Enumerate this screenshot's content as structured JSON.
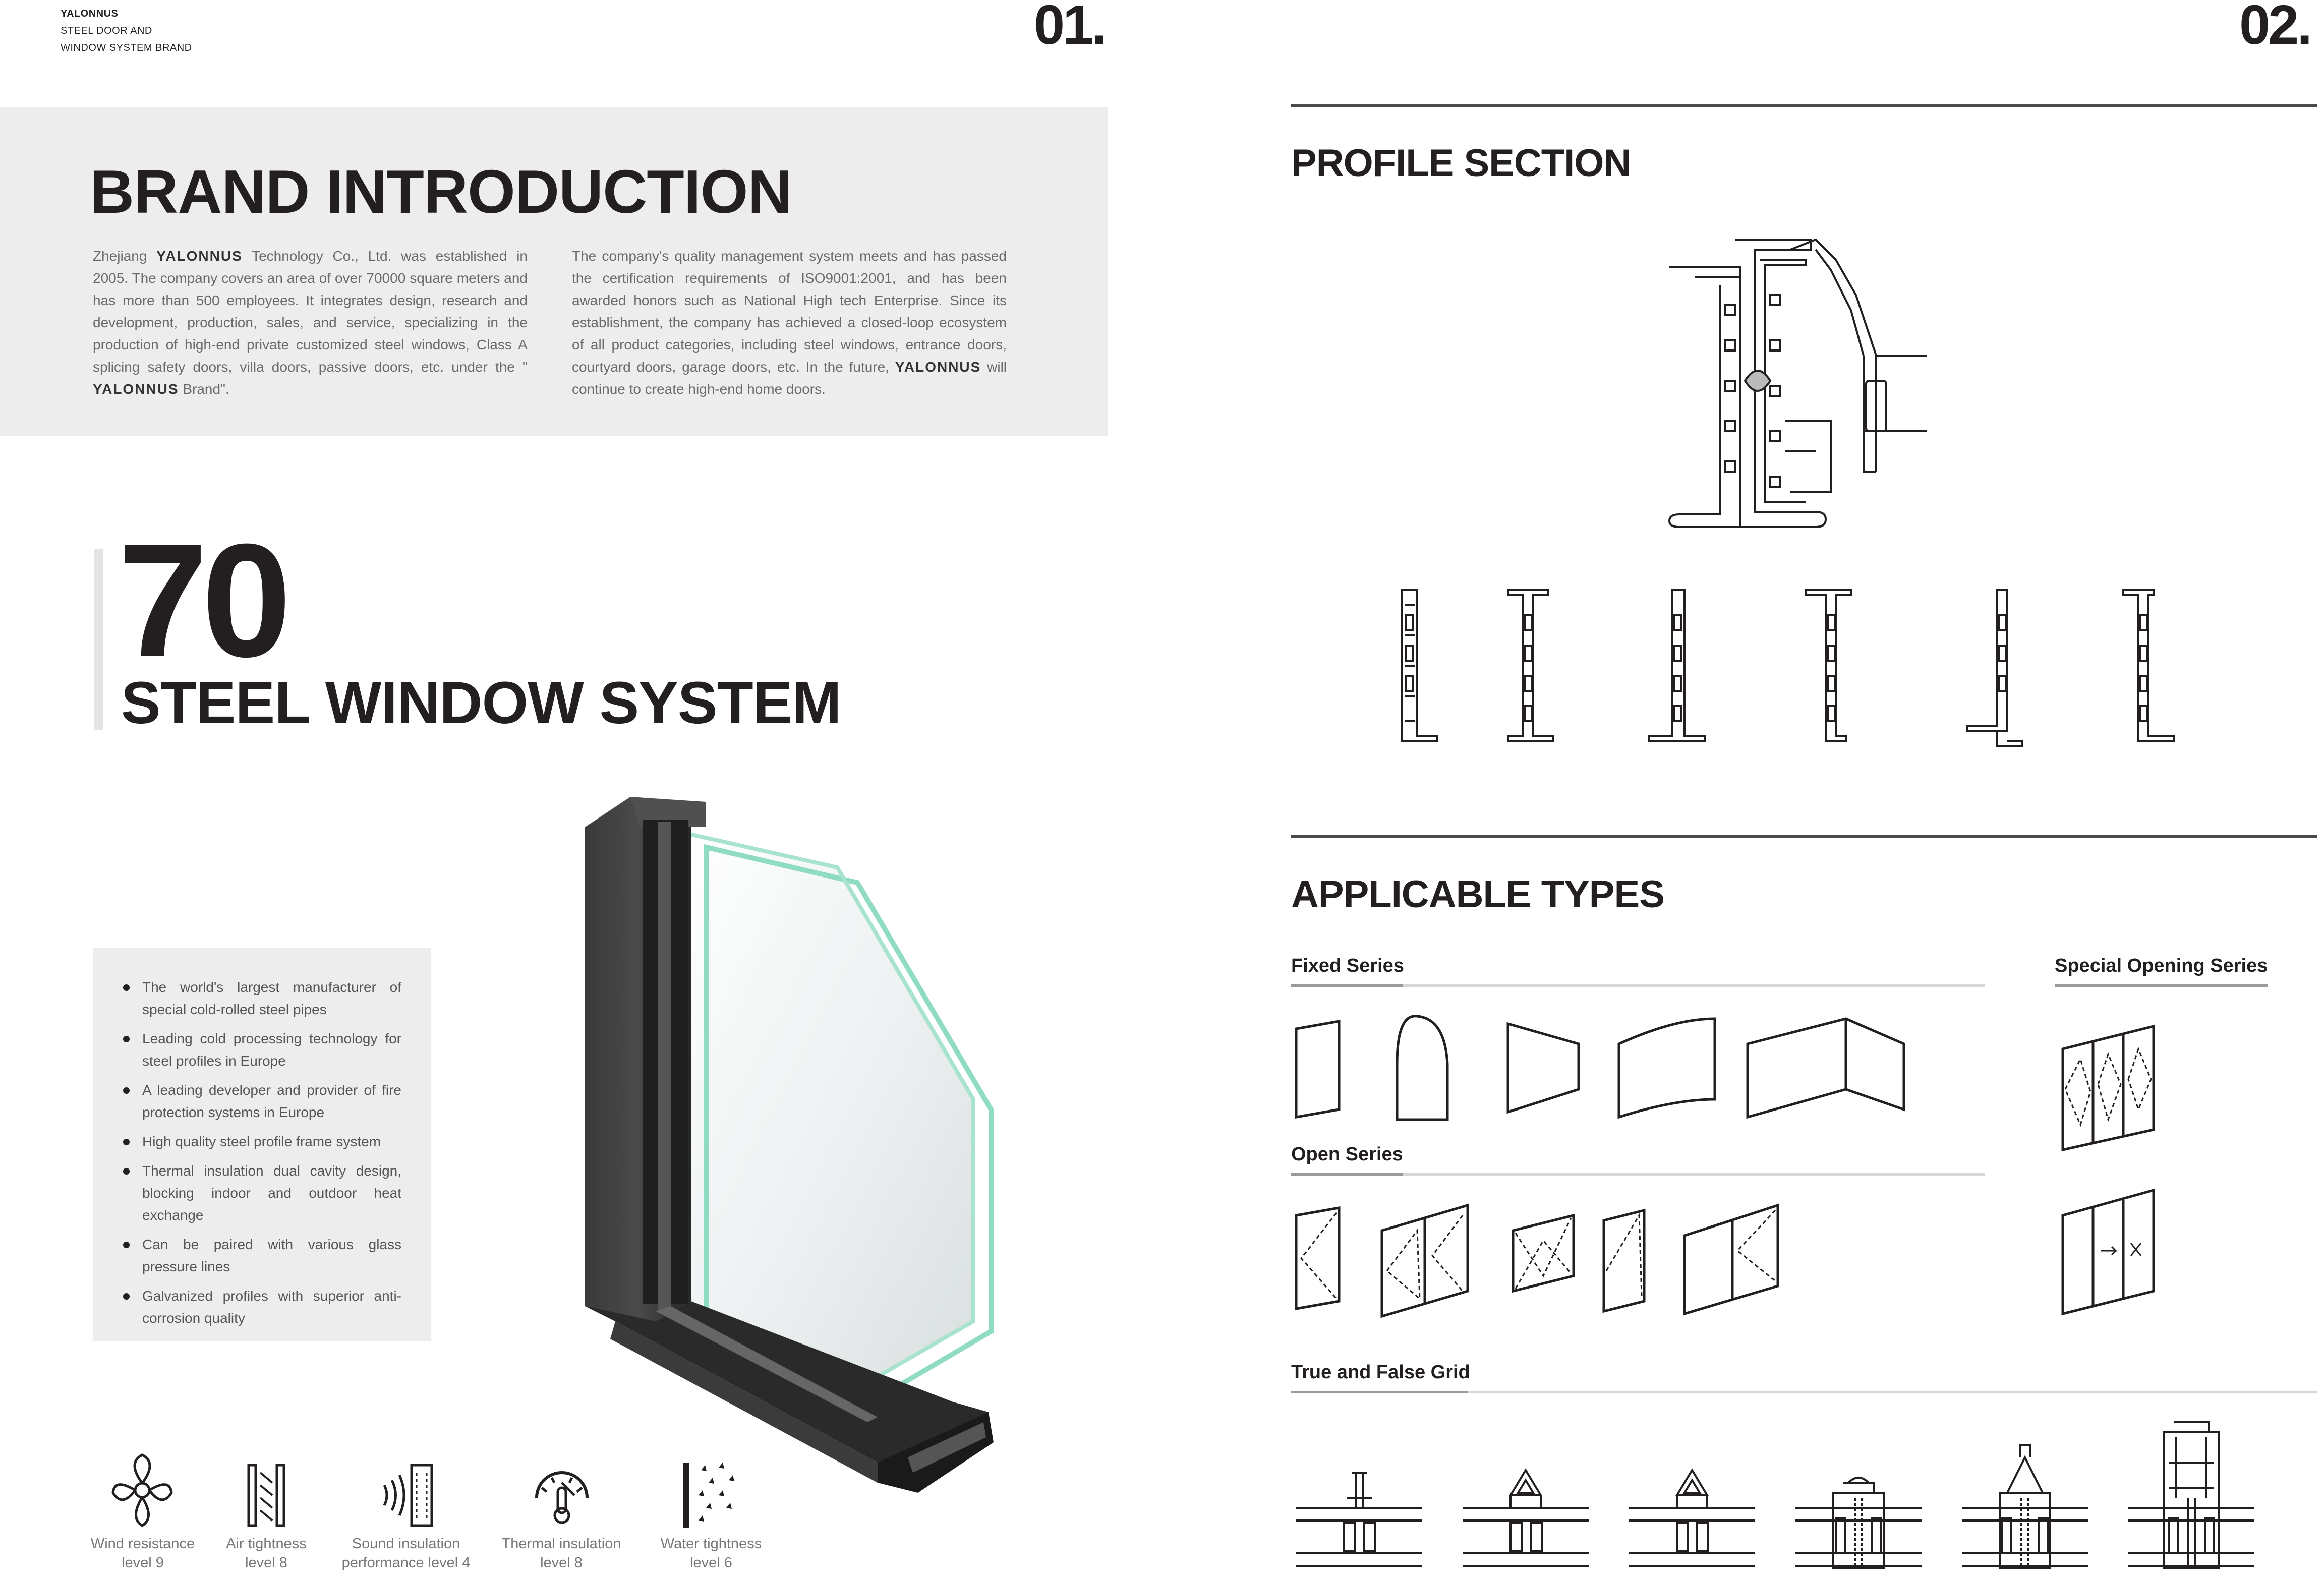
{
  "header": {
    "brand_name": "YALONNUS",
    "brand_tagline_1": "STEEL DOOR AND",
    "brand_tagline_2": "WINDOW SYSTEM BRAND",
    "page_left": "01.",
    "page_right": "02."
  },
  "intro": {
    "title": "BRAND INTRODUCTION",
    "para1_pre": "Zhejiang",
    "para1_brand": "YALONNUS",
    "para1_main": "Technology Co., Ltd. was established in 2005. The company covers an area of over 70000 square meters and has more than 500 employees. It integrates design, research and development, production, sales, and service, specializing in the production of high-end private customized steel windows, Class A splicing safety doors, villa doors, passive doors, etc. under the \"",
    "para1_brand2": "YALONNUS",
    "para1_end": "Brand\".",
    "para2_main": "The company's quality management system meets and has passed the certification requirements of ISO9001:2001, and has been awarded honors such as National High tech Enterprise. Since its establishment, the company has achieved a closed-loop ecosystem of all product categories, including steel windows, entrance doors, courtyard doors, garage doors, etc. In the future,",
    "para2_brand": "YALONNUS",
    "para2_end": "will continue to create high-end home doors."
  },
  "product": {
    "number": "70",
    "title": "STEEL WINDOW SYSTEM",
    "features": [
      "The world's largest manufacturer of special cold-rolled steel pipes",
      "Leading cold processing technology for steel profiles in Europe",
      "A leading developer and provider of fire protection systems in Europe",
      "High quality steel profile frame system",
      "Thermal insulation dual cavity design, blocking indoor and outdoor heat exchange",
      "Can be paired with various glass pressure lines",
      "Galvanized profiles with superior anti-corrosion quality"
    ],
    "performance": [
      {
        "icon": "wind-resistance-icon",
        "line1": "Wind resistance",
        "line2": "level 9"
      },
      {
        "icon": "air-tightness-icon",
        "line1": "Air tightness",
        "line2": "level 8"
      },
      {
        "icon": "sound-insulation-icon",
        "line1": "Sound insulation",
        "line2": "performance level 4"
      },
      {
        "icon": "thermal-insulation-icon",
        "line1": "Thermal insulation",
        "line2": "level 8"
      },
      {
        "icon": "water-tightness-icon",
        "line1": "Water tightness",
        "line2": "level 6"
      }
    ]
  },
  "profile_section": {
    "title": "PROFILE SECTION"
  },
  "applicable_types": {
    "title": "APPLICABLE TYPES",
    "fixed_series": "Fixed Series",
    "special_opening_series": "Special Opening Series",
    "open_series": "Open Series",
    "true_false_grid": "True and False Grid"
  },
  "colors": {
    "text_dark": "#231f20",
    "panel_gray": "#ededed",
    "frame_black": "#2b2b2b",
    "glass_edge": "#7fd6b8"
  }
}
